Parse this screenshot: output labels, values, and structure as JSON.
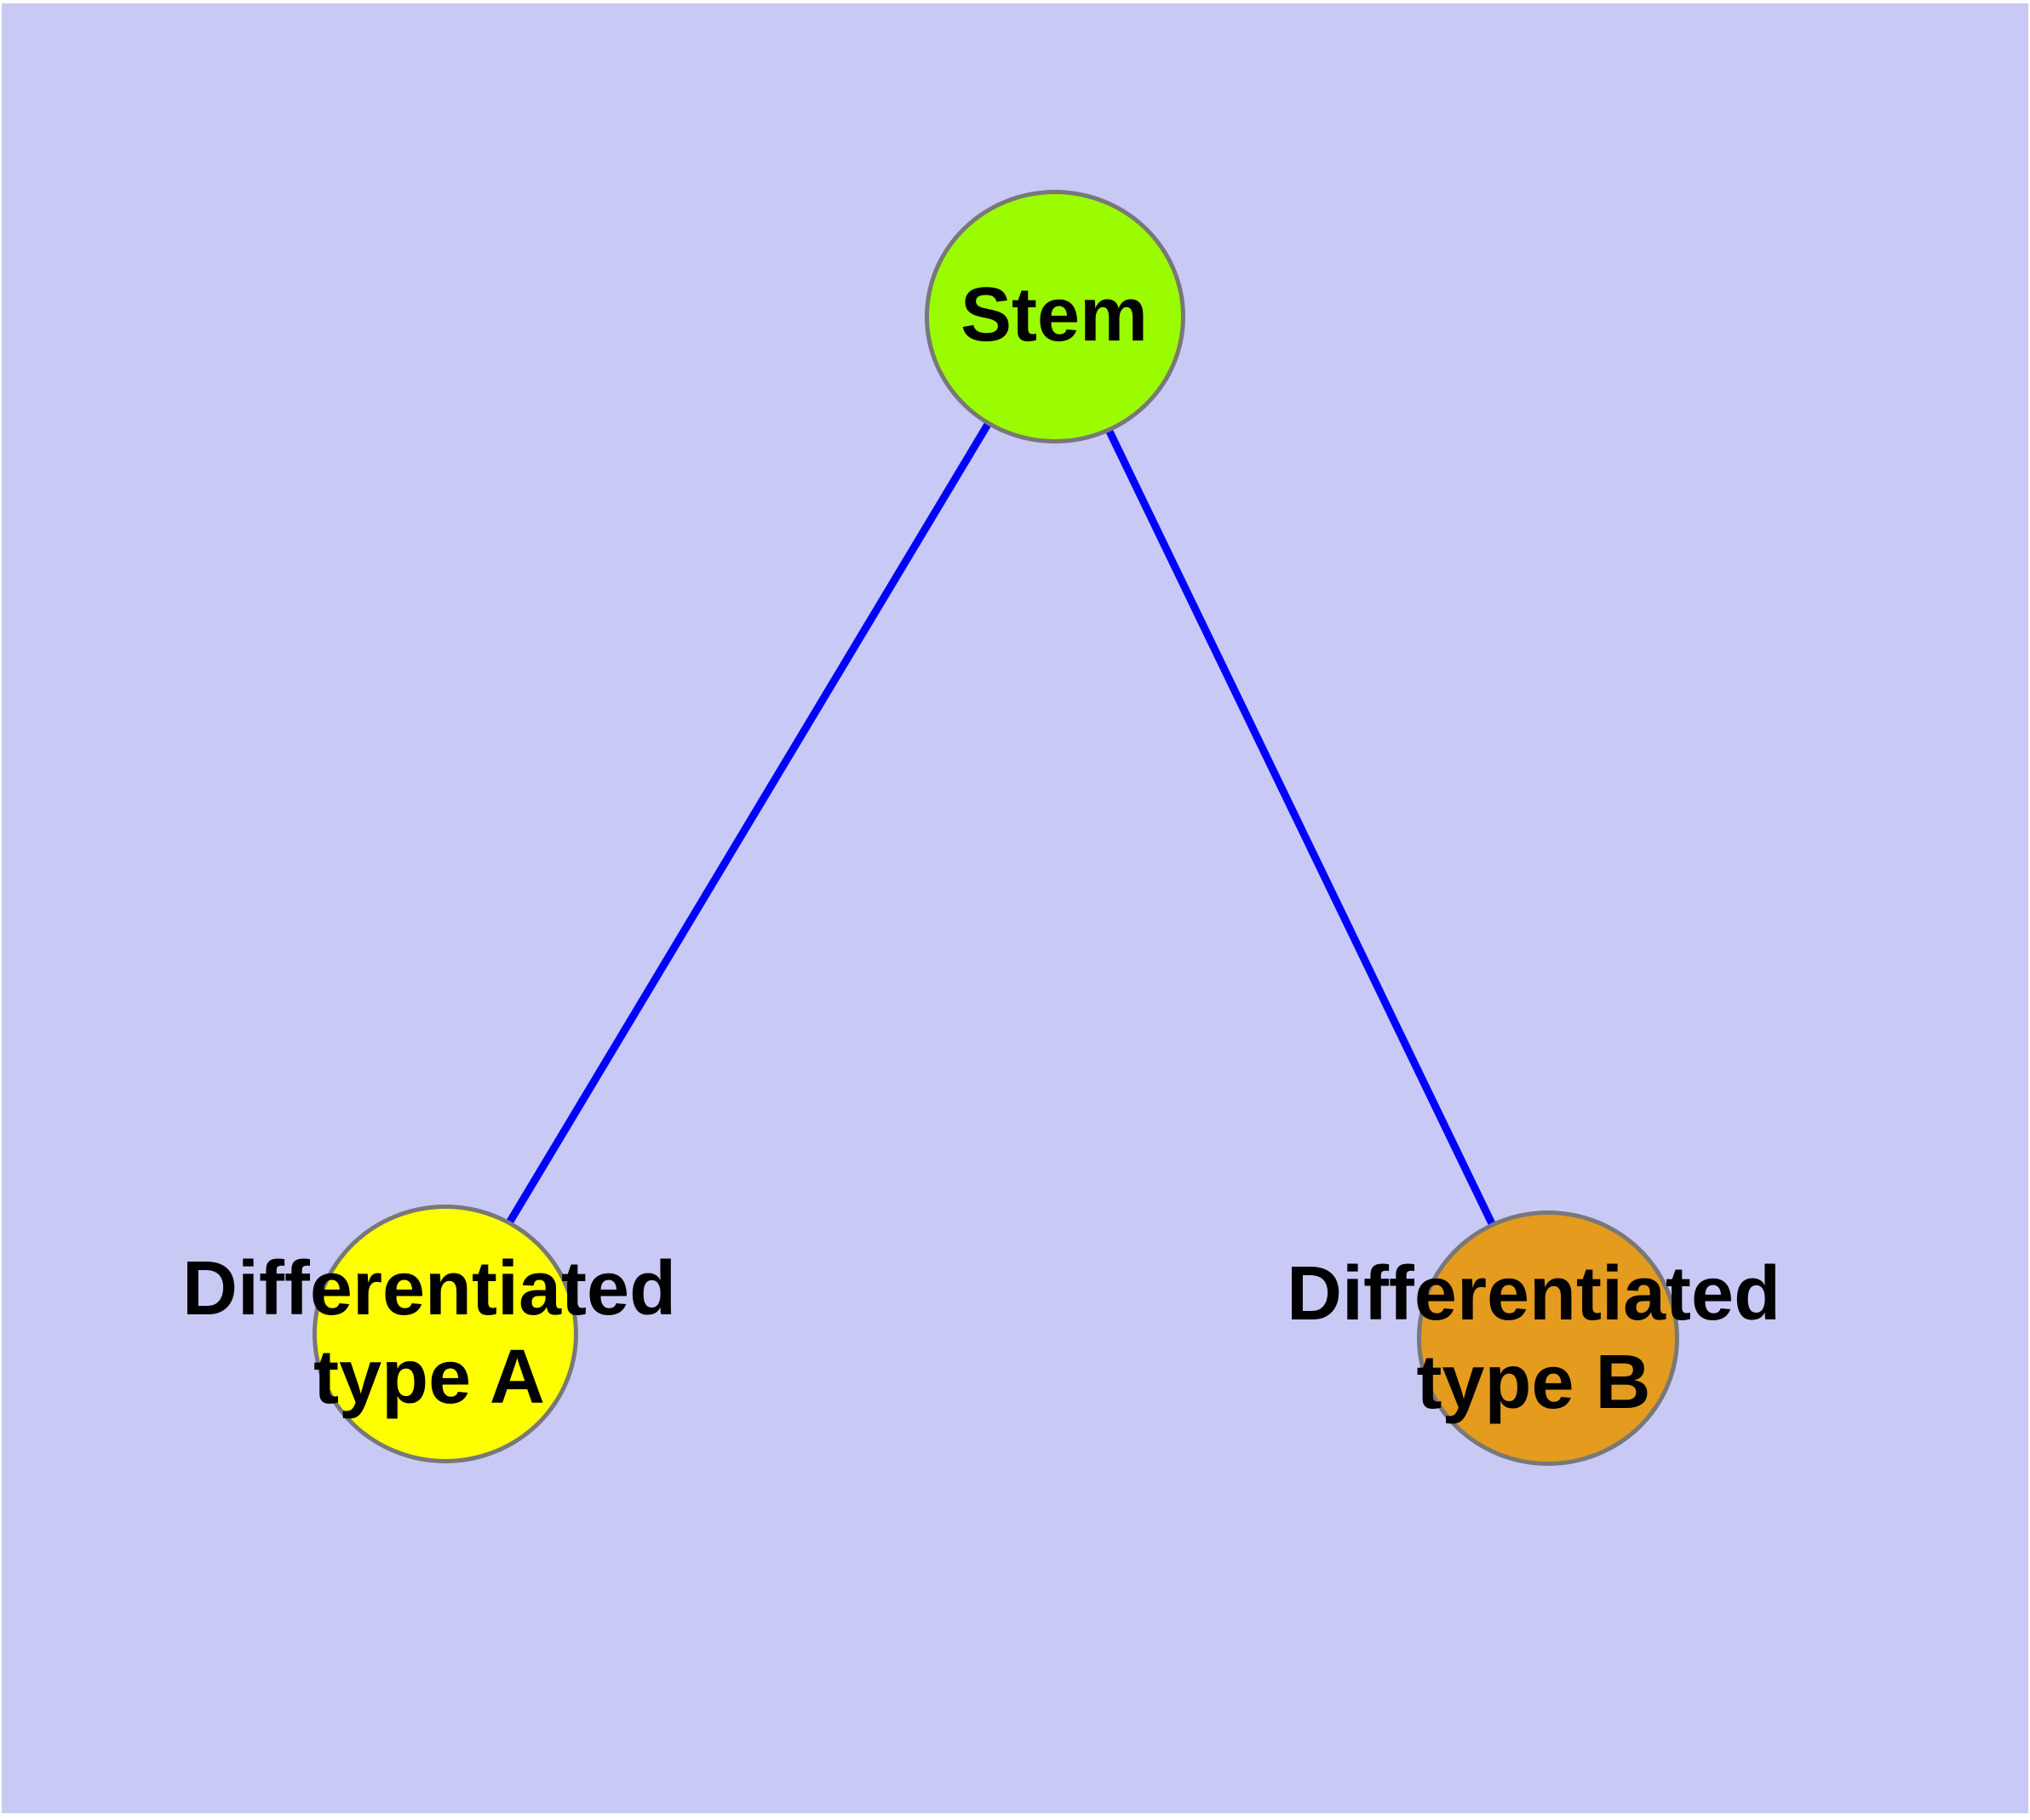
{
  "diagram": {
    "background_color": "#C9C9F5",
    "edge_color": "#0000FF",
    "node_border_color": "#787878",
    "nodes": [
      {
        "id": "stem",
        "fill": "#9BFB00",
        "label_lines": [
          "Stem"
        ]
      },
      {
        "id": "differentiated-type-a",
        "fill": "#FFFF00",
        "label_lines": [
          "Differentiated",
          "type A"
        ]
      },
      {
        "id": "differentiated-type-b",
        "fill": "#E49B1E",
        "label_lines": [
          "Differentiated",
          "type B"
        ]
      }
    ],
    "edges": [
      {
        "from": "stem",
        "to": "differentiated-type-a"
      },
      {
        "from": "stem",
        "to": "differentiated-type-b"
      }
    ]
  }
}
